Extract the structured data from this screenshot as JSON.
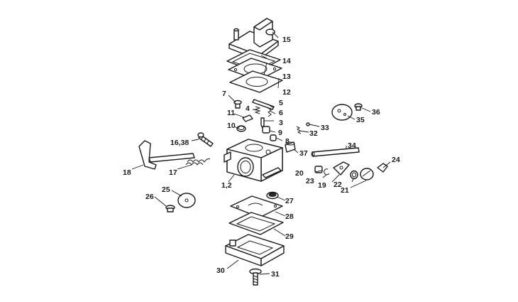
{
  "labels": [
    {
      "id": "p15",
      "text": "15"
    },
    {
      "id": "p14",
      "text": "14"
    },
    {
      "id": "p13",
      "text": "13"
    },
    {
      "id": "p12",
      "text": "12"
    },
    {
      "id": "p7",
      "text": "7"
    },
    {
      "id": "p5",
      "text": "5"
    },
    {
      "id": "p4",
      "text": "4"
    },
    {
      "id": "p6",
      "text": "6"
    },
    {
      "id": "p11",
      "text": "11"
    },
    {
      "id": "p3",
      "text": "3"
    },
    {
      "id": "p10",
      "text": "10"
    },
    {
      "id": "p9",
      "text": "9"
    },
    {
      "id": "p8",
      "text": "8"
    },
    {
      "id": "p16_38",
      "text": "16,38"
    },
    {
      "id": "p37",
      "text": "37"
    },
    {
      "id": "p18",
      "text": "18"
    },
    {
      "id": "p17",
      "text": "17"
    },
    {
      "id": "p1_2",
      "text": "1,2"
    },
    {
      "id": "p25",
      "text": "25"
    },
    {
      "id": "p26",
      "text": "26"
    },
    {
      "id": "p27",
      "text": "27"
    },
    {
      "id": "p28",
      "text": "28"
    },
    {
      "id": "p29",
      "text": "29"
    },
    {
      "id": "p30",
      "text": "30"
    },
    {
      "id": "p31",
      "text": "31"
    },
    {
      "id": "p36",
      "text": "36"
    },
    {
      "id": "p35",
      "text": "35"
    },
    {
      "id": "p33",
      "text": "33"
    },
    {
      "id": "p32",
      "text": "32"
    },
    {
      "id": "p34",
      "text": "34"
    },
    {
      "id": "p24",
      "text": "24"
    },
    {
      "id": "p20",
      "text": "20"
    },
    {
      "id": "p23",
      "text": "23"
    },
    {
      "id": "p19",
      "text": "19"
    },
    {
      "id": "p22",
      "text": "22"
    },
    {
      "id": "p21",
      "text": "21"
    }
  ]
}
